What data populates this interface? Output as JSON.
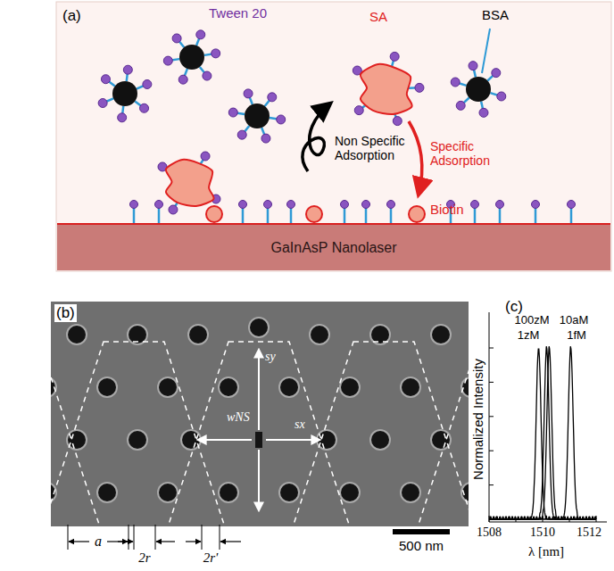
{
  "diagram": {
    "nodes": [
      {
        "text": [
          "GaInAsP Nanolaser"
        ]
      }
    ],
    "labels": [
      "(a)",
      "Tween 20",
      "SA",
      "BSA",
      "Non Specific Adsorption",
      "Specific Adsorption",
      "Biotin",
      "(b)",
      "sy",
      "wNS",
      "sx",
      "a",
      "2r",
      "2r'",
      "500 nm",
      "(c)",
      "100zM",
      "10aM",
      "1zM",
      "1fM",
      "Normalized Intensity",
      "1508",
      "1510",
      "1512",
      "λ [nm]"
    ]
  }
}
